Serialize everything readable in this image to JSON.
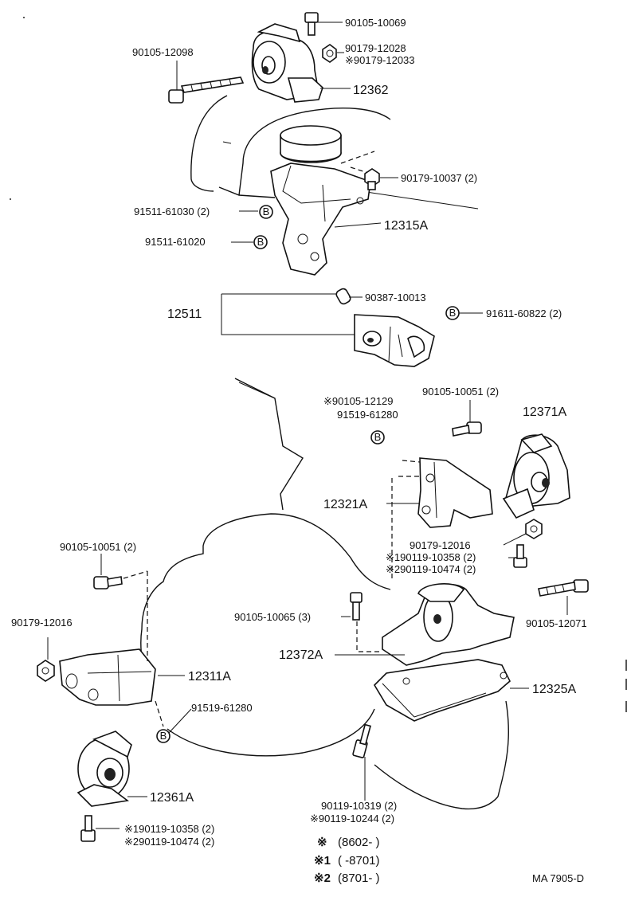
{
  "labels": {
    "p90105_10069": "90105-10069",
    "p90105_12098": "90105-12098",
    "p90179_12028": "90179-12028",
    "p90179_12033": "※90179-12033",
    "p12362": "12362",
    "p90179_10037": "90179-10037 (2)",
    "p91511_61030": "91511-61030 (2)",
    "p91511_61020": "91511-61020",
    "p12315A": "12315A",
    "p90387_10013": "90387-10013",
    "p12511": "12511",
    "p91611_60822": "91611-60822 (2)",
    "p90105_12129": "※90105-12129",
    "p91519_61280_top": "91519-61280",
    "p90105_10051_right": "90105-10051 (2)",
    "p12371A": "12371A",
    "p12321A": "12321A",
    "p90179_12016_right": "90179-12016",
    "p190119_10358_right": "※190119-10358 (2)",
    "p290119_10474_right": "※290119-10474 (2)",
    "p90105_10051_left": "90105-10051 (2)",
    "p90105_10065": "90105-10065 (3)",
    "p90105_12071": "90105-12071",
    "p90179_12016_left": "90179-12016",
    "p12372A": "12372A",
    "p12311A": "12311A",
    "p12325A": "12325A",
    "p91519_61280_bottom": "91519-61280",
    "p12361A": "12361A",
    "p190119_10358_left": "※190119-10358 (2)",
    "p290119_10474_left": "※290119-10474 (2)",
    "p90119_10319": "90119-10319 (2)",
    "p90119_10244": "※90119-10244 (2)"
  },
  "legend": [
    {
      "mark": "※",
      "range": "(8602-        )"
    },
    {
      "mark": "※1",
      "range": "(      -8701)"
    },
    {
      "mark": "※2",
      "range": "(8701-        )"
    }
  ],
  "drawing_code": "MA 7905-D",
  "badge_letter": "B"
}
